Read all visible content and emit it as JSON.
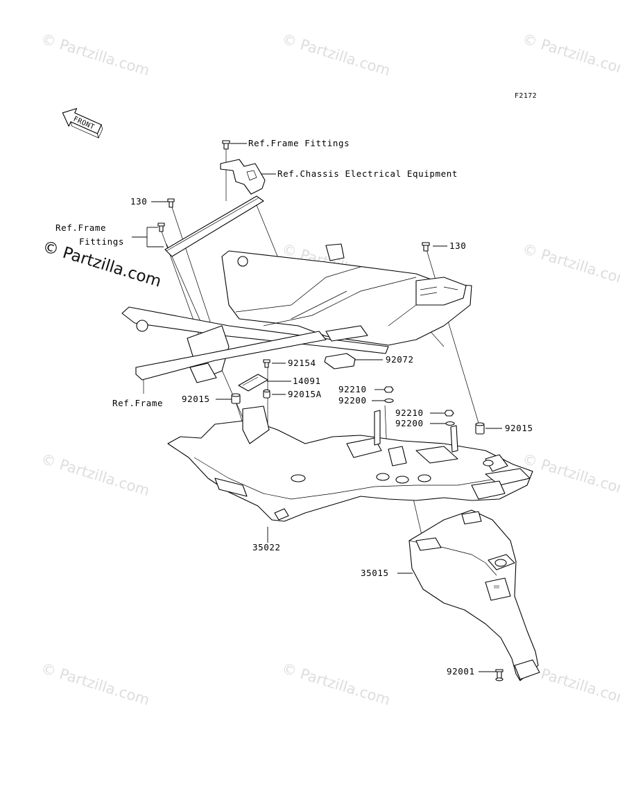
{
  "diagram_id": "F2172",
  "front_arrow": "FRONT",
  "watermark": "© Partzilla.com",
  "callouts": {
    "ref_frame_fittings_top": "Ref.Frame Fittings",
    "ref_chassis_electrical": "Ref.Chassis Electrical Equipment",
    "part_130_left": "130",
    "ref_frame_fittings_left_1": "Ref.Frame",
    "ref_frame_fittings_left_2": "Fittings",
    "part_130_right": "130",
    "part_92154": "92154",
    "part_92072": "92072",
    "part_14091": "14091",
    "part_92015_left": "92015",
    "part_92015A": "92015A",
    "ref_frame": "Ref.Frame",
    "part_92210_a": "92210",
    "part_92200_a": "92200",
    "part_92210_b": "92210",
    "part_92200_b": "92200",
    "part_92015_right": "92015",
    "part_35022": "35022",
    "part_35015": "35015",
    "part_92001": "92001"
  }
}
